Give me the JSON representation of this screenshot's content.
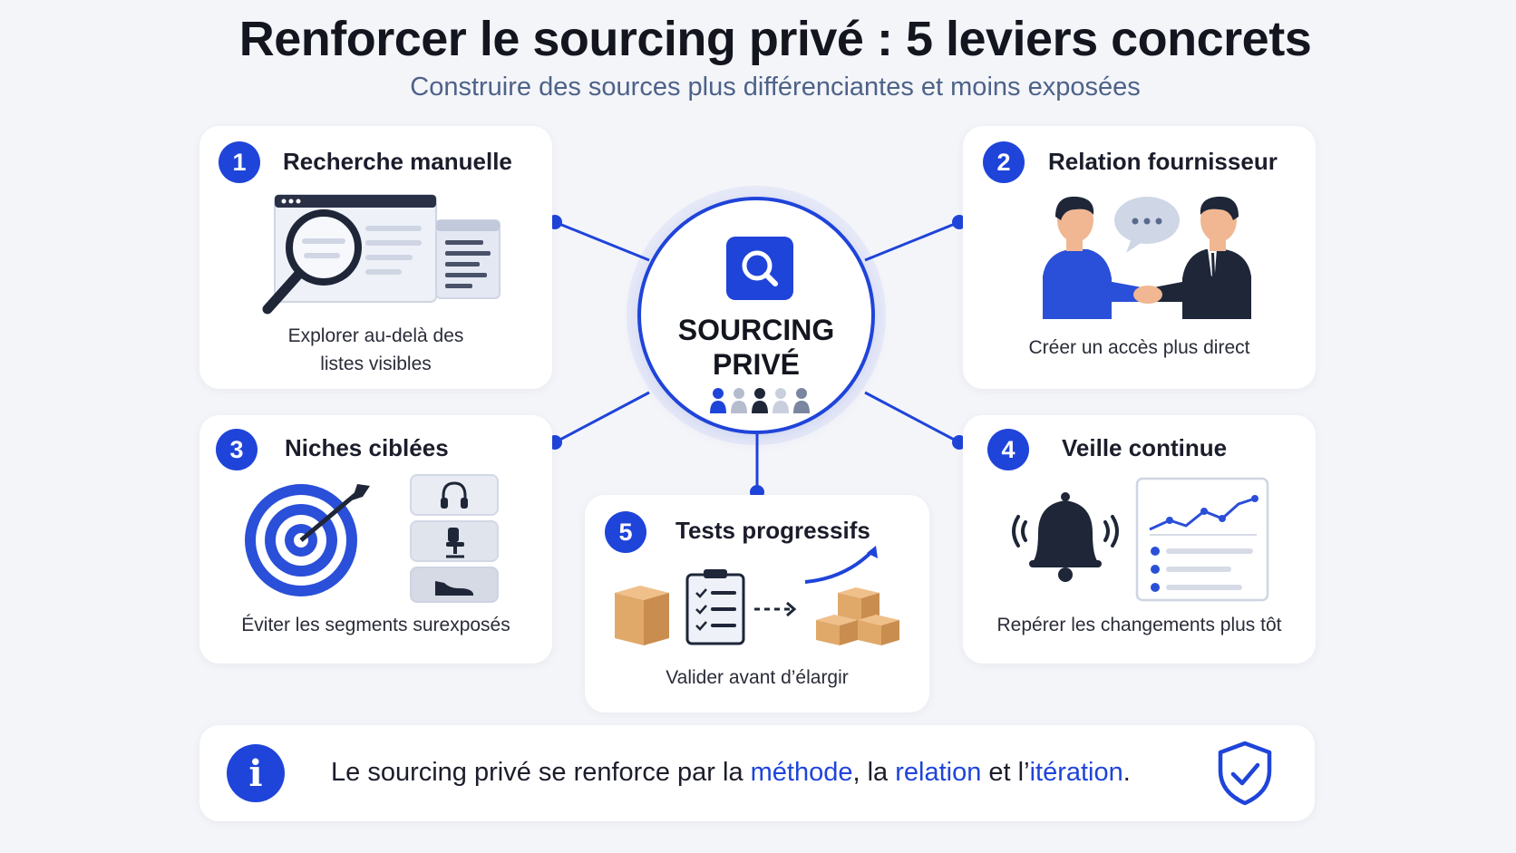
{
  "header": {
    "title": "Renforcer le sourcing privé : 5 leviers concrets",
    "subtitle": "Construire des sources plus différenciantes et moins exposées"
  },
  "hub": {
    "title_line1": "SOURCING",
    "title_line2": "PRIVÉ",
    "icon": "search-icon"
  },
  "levers": [
    {
      "number": "1",
      "title": "Recherche manuelle",
      "desc_line1": "Explorer au-delà des",
      "desc_line2": "listes visibles",
      "icon": "magnifier-browser-illustration"
    },
    {
      "number": "2",
      "title": "Relation fournisseur",
      "desc_line1": "Créer un accès plus direct",
      "icon": "handshake-illustration"
    },
    {
      "number": "3",
      "title": "Niches ciblées",
      "desc_line1": "Éviter les segments surexposés",
      "icon": "target-illustration"
    },
    {
      "number": "4",
      "title": "Veille continue",
      "desc_line1": "Repérer les changements plus tôt",
      "icon": "bell-chart-illustration"
    },
    {
      "number": "5",
      "title": "Tests progressifs",
      "desc_line1": "Valider avant d’élargir",
      "icon": "boxes-checklist-illustration"
    }
  ],
  "footer": {
    "text_before": "Le sourcing privé se renforce par la ",
    "highlight1": "méthode",
    "text_mid1": ", la ",
    "highlight2": "relation",
    "text_mid2": " et l’",
    "highlight3": "itération",
    "text_after": ".",
    "icon_left": "info-icon",
    "icon_right": "shield-check-icon"
  },
  "colors": {
    "accent": "#1f44d9",
    "background": "#f4f5f9",
    "box": "#e0a96a",
    "dark": "#1e2638"
  }
}
